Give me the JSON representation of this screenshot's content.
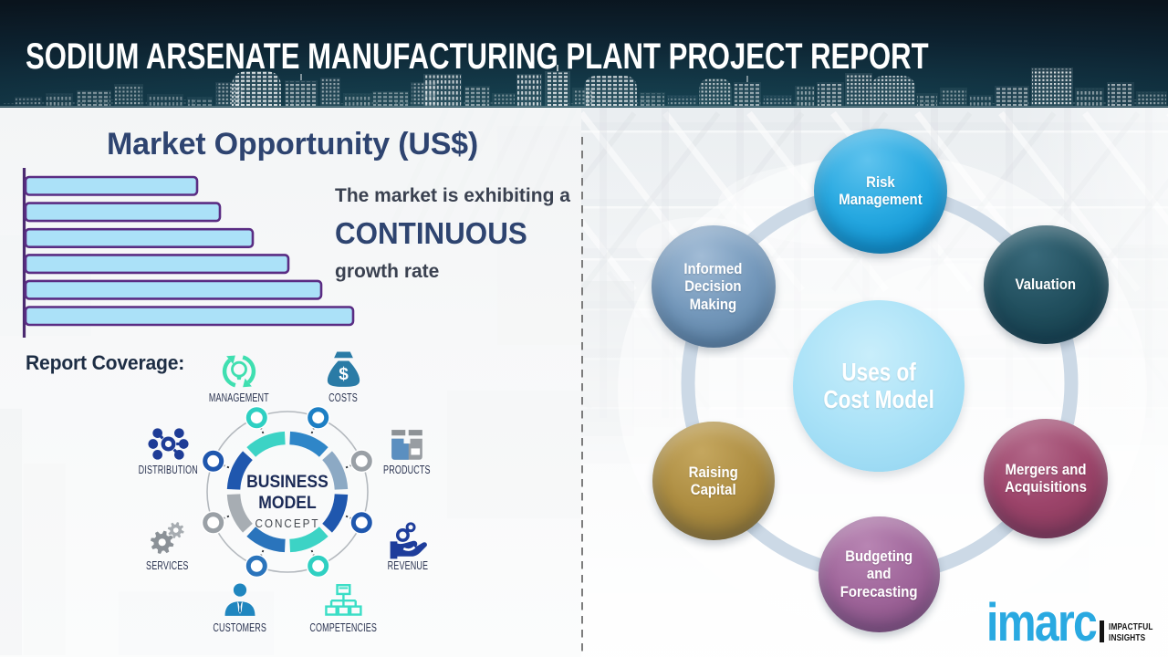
{
  "banner": {
    "title": "SODIUM ARSENATE MANUFACTURING PLANT PROJECT REPORT"
  },
  "market": {
    "heading": "Market Opportunity (US$)",
    "statement_line1": "The market is exhibiting a",
    "statement_line2": "CONTINUOUS",
    "statement_line3": "growth rate"
  },
  "chart_data": {
    "type": "bar",
    "orientation": "horizontal",
    "title": "Market Opportunity (US$)",
    "categories": [
      "",
      "",
      "",
      "",
      "",
      ""
    ],
    "values_relative_pct": [
      52,
      59,
      69,
      80,
      90,
      100
    ],
    "note": "Six unlabeled horizontal bars growing in length, depicting continuous market growth",
    "bar_fill": "#ABE1F8",
    "bar_border": "#5A2C83",
    "axis_color": "#4B2A70",
    "grid": false,
    "legend": false
  },
  "report_coverage": {
    "heading": "Report Coverage:",
    "items": [
      {
        "label": "MANAGEMENT",
        "icon": "management-icon"
      },
      {
        "label": "COSTS",
        "icon": "costs-icon"
      },
      {
        "label": "DISTRIBUTION",
        "icon": "distribution-icon"
      },
      {
        "label": "PRODUCTS",
        "icon": "products-icon"
      },
      {
        "label": "SERVICES",
        "icon": "services-icon"
      },
      {
        "label": "REVENUE",
        "icon": "revenue-icon"
      },
      {
        "label": "CUSTOMERS",
        "icon": "customers-icon"
      },
      {
        "label": "COMPETENCIES",
        "icon": "competencies-icon"
      }
    ]
  },
  "business_model": {
    "title_line1": "BUSINESS",
    "title_line2": "MODEL",
    "subtitle": "CONCEPT"
  },
  "cost_model": {
    "center_label": "Uses of\nCost Model",
    "center_color": "#A7E1F7",
    "items": [
      {
        "label": "Risk\nManagement",
        "color": "#189FDD"
      },
      {
        "label": "Valuation",
        "color": "#1D4B59"
      },
      {
        "label": "Mergers and\nAcquisitions",
        "color": "#9A4166"
      },
      {
        "label": "Budgeting\nand\nForecasting",
        "color": "#9C6296"
      },
      {
        "label": "Raising\nCapital",
        "color": "#A98A3E"
      },
      {
        "label": "Informed\nDecision\nMaking",
        "color": "#7095B8"
      }
    ]
  },
  "brand": {
    "name": "imarc",
    "tagline_line1": "IMPACTFUL",
    "tagline_line2": "INSIGHTS",
    "color": "#29A9E1"
  }
}
